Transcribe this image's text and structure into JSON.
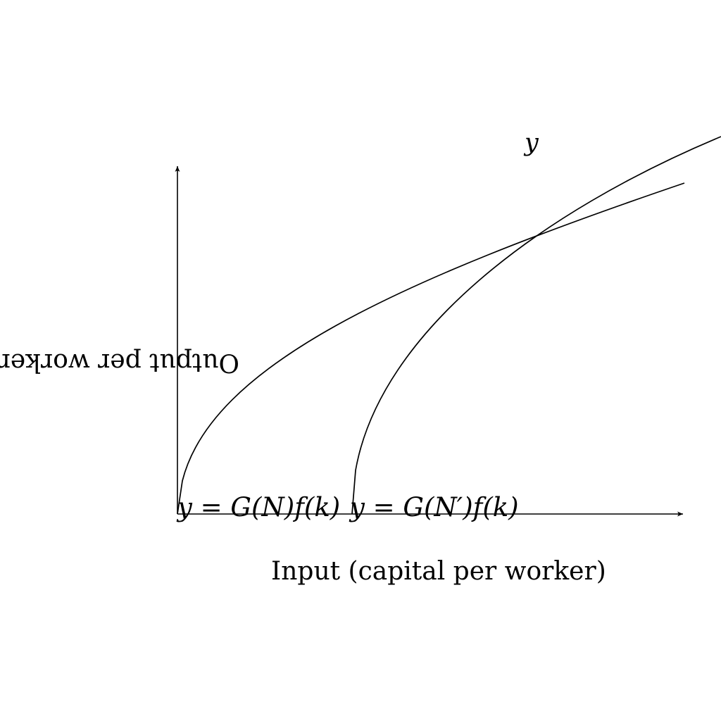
{
  "labels": {
    "x_axis": "Input (capital per worker)",
    "y_axis": "Output per worker",
    "y_var": "y",
    "curve_1": "y = G(N)f(k)",
    "curve_2": "y = G(N′)f(k)"
  },
  "colors": {
    "ink": "#000000",
    "background": "#ffffff"
  }
}
